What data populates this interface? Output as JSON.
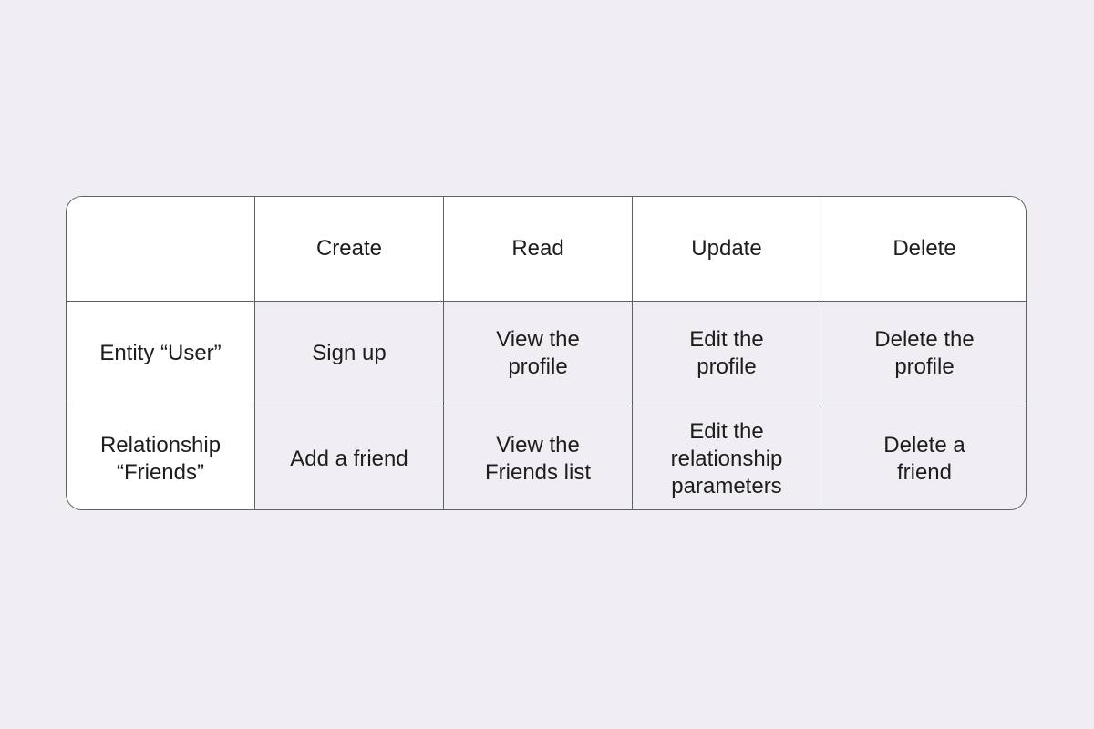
{
  "table": {
    "corner": "",
    "columns": [
      "Create",
      "Read",
      "Update",
      "Delete"
    ],
    "rows": [
      {
        "label": "Entity “User”",
        "cells": [
          "Sign up",
          "View the\nprofile",
          "Edit the\nprofile",
          "Delete the\nprofile"
        ]
      },
      {
        "label": "Relationship\n“Friends”",
        "cells": [
          "Add a friend",
          "View the\nFriends list",
          "Edit the\nrelationship\nparameters",
          "Delete a\nfriend"
        ]
      }
    ]
  },
  "colors": {
    "page_background": "#f1eef3",
    "header_background": "#ffffff",
    "body_background": "#f1eef3",
    "border": "#5a616b",
    "text": "#1d1d1f"
  }
}
